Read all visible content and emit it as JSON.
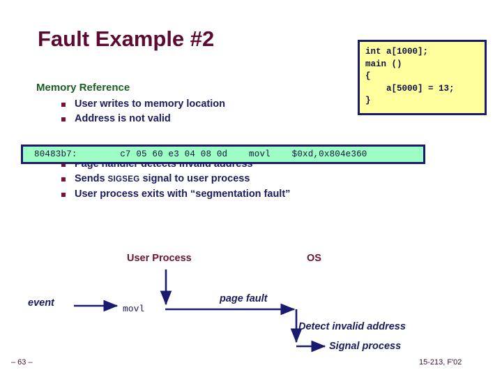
{
  "slide": {
    "title": "Fault Example #2",
    "colors": {
      "title": "#5c0a32",
      "heading_green": "#1a5d21",
      "bullet_text": "#1a1a5e",
      "bullet_square": "#7a1139",
      "code_box_bg": "#ffff9e",
      "code_box_border": "#1a1a6e",
      "asm_box_bg": "#9dfdc4",
      "asm_box_border": "#1a1a6e",
      "lane_head": "#6d1235",
      "arrow": "#1a1a6e",
      "footer": "#3a1030"
    }
  },
  "section": {
    "heading": "Memory Reference",
    "bullets_top": [
      "User writes to memory location",
      "Address is not valid"
    ],
    "bullets_bottom": [
      {
        "pre": "Page handler detects invalid address",
        "smallcaps": "",
        "post": ""
      },
      {
        "pre": "Sends ",
        "smallcaps": "SIGSEG",
        "post": " signal to user process"
      },
      {
        "pre": "User process exits with “segmentation fault”",
        "smallcaps": "",
        "post": ""
      }
    ]
  },
  "code_box": {
    "text": "int a[1000];\nmain ()\n{\n    a[5000] = 13;\n}"
  },
  "asm_box": {
    "address": "80483b7:",
    "bytes": "c7 05 60 e3 04 08 0d",
    "mnemonic": "movl",
    "operands": "$0xd,0x804e360",
    "full_line": "80483b7:        c7 05 60 e3 04 08 0d    movl    $0xd,0x804e360"
  },
  "diagram": {
    "lane_user": "User Process",
    "lane_os": "OS",
    "label_event": "event",
    "label_movl": "movl",
    "label_page_fault": "page fault",
    "label_detect": "Detect invalid address",
    "label_signal": "Signal process"
  },
  "footer": {
    "page": "– 63 –",
    "course": "15-213, F'02"
  }
}
